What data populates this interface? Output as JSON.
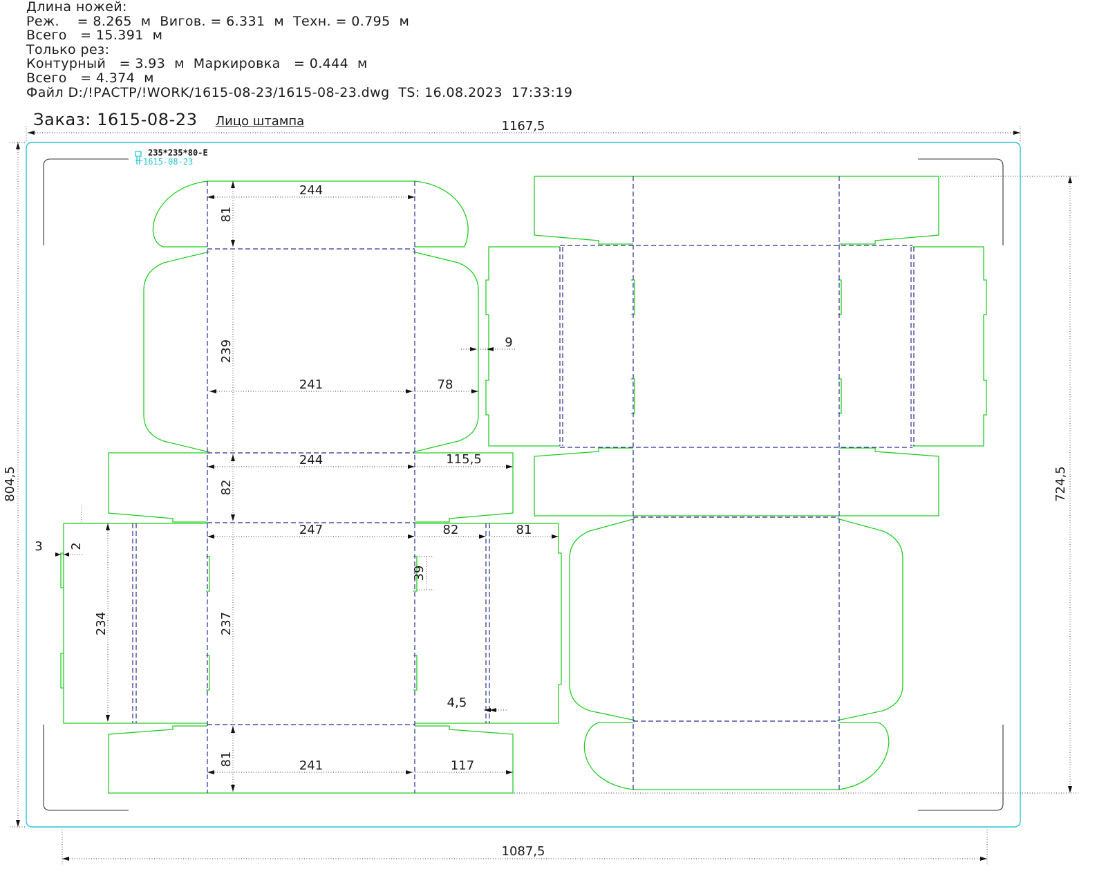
{
  "header": {
    "lines": [
      "Длина ножей:",
      "Реж.    = 8.265  м  Вигов. = 6.331  м  Техн. = 0.795  м",
      "Всего   = 15.391  м",
      "Только рез:",
      "Контурный   = 3.93  м  Маркировка   = 0.444  м",
      "Всего   = 4.374  м",
      "Файл D:/!РАСТР/!WORK/1615-08-23/1615-08-23.dwg  TS: 16.08.2023  17:33:19"
    ],
    "order": "Заказ: 1615-08-23",
    "face_label": "Лицо штампа"
  },
  "stamp": {
    "product_code": "235*235*80-E",
    "order_code": "1615-08-23",
    "logo_icon": "stamp-logo-icon"
  },
  "overall_dimensions": {
    "width_top": "1167,5",
    "width_bottom": "1087,5",
    "height_left": "804,5",
    "height_right": "724,5"
  },
  "dimensions": {
    "top_width": "244",
    "top_flap_height": "81",
    "body_height": "239",
    "bottom_width": "241",
    "side_flap": "78",
    "slot": "9",
    "mid_width": "244",
    "mid_flap_height": "82",
    "mid_side": "115,5",
    "lower_width": "247",
    "lower_side_a": "82",
    "lower_side_b": "81",
    "left_panel_height": "234",
    "lower_height": "237",
    "notch_a": "3",
    "notch_b": "2",
    "tab": "39",
    "gap": "4,5",
    "bottom_flap_height": "81",
    "bottom_side": "117"
  },
  "colors": {
    "cut_line": "#22cc22",
    "fold_line": "#2a2a90",
    "sheet_frame": "#22c7d6",
    "dimension_line": "#333333"
  }
}
